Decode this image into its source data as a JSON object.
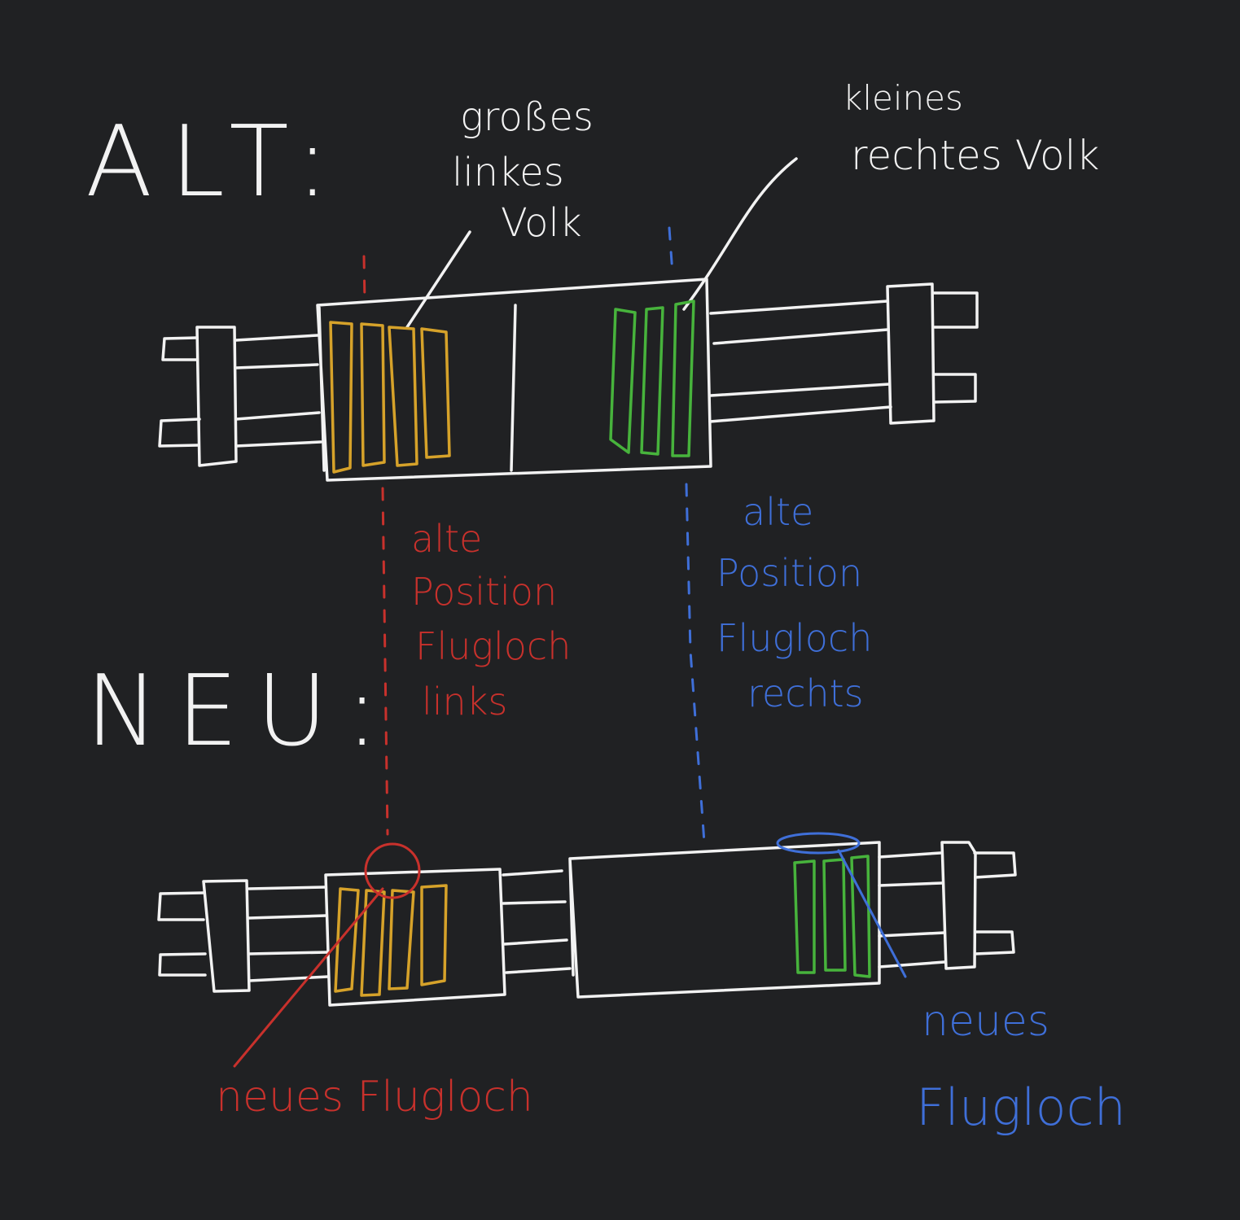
{
  "colors": {
    "background": "#202123",
    "line": "#f2f2f2",
    "large_colony": "#d6a22a",
    "small_colony": "#47b33c",
    "left_marker": "#c8312c",
    "right_marker": "#3f6fd8"
  },
  "old": {
    "heading": "ALT:",
    "large_colony_label": [
      "großes",
      "linkes",
      "Volk"
    ],
    "small_colony_label": [
      "kleines",
      "rechtes Volk"
    ],
    "old_left_entrance_label": [
      "alte",
      "Position",
      "Flugloch",
      "links"
    ],
    "old_right_entrance_label": [
      "alte",
      "Position",
      "Flugloch",
      "rechts"
    ]
  },
  "new": {
    "heading": "NEU:",
    "new_left_entrance_label": "neues Flugloch",
    "new_right_entrance_label": [
      "neues",
      "Flugloch"
    ]
  }
}
